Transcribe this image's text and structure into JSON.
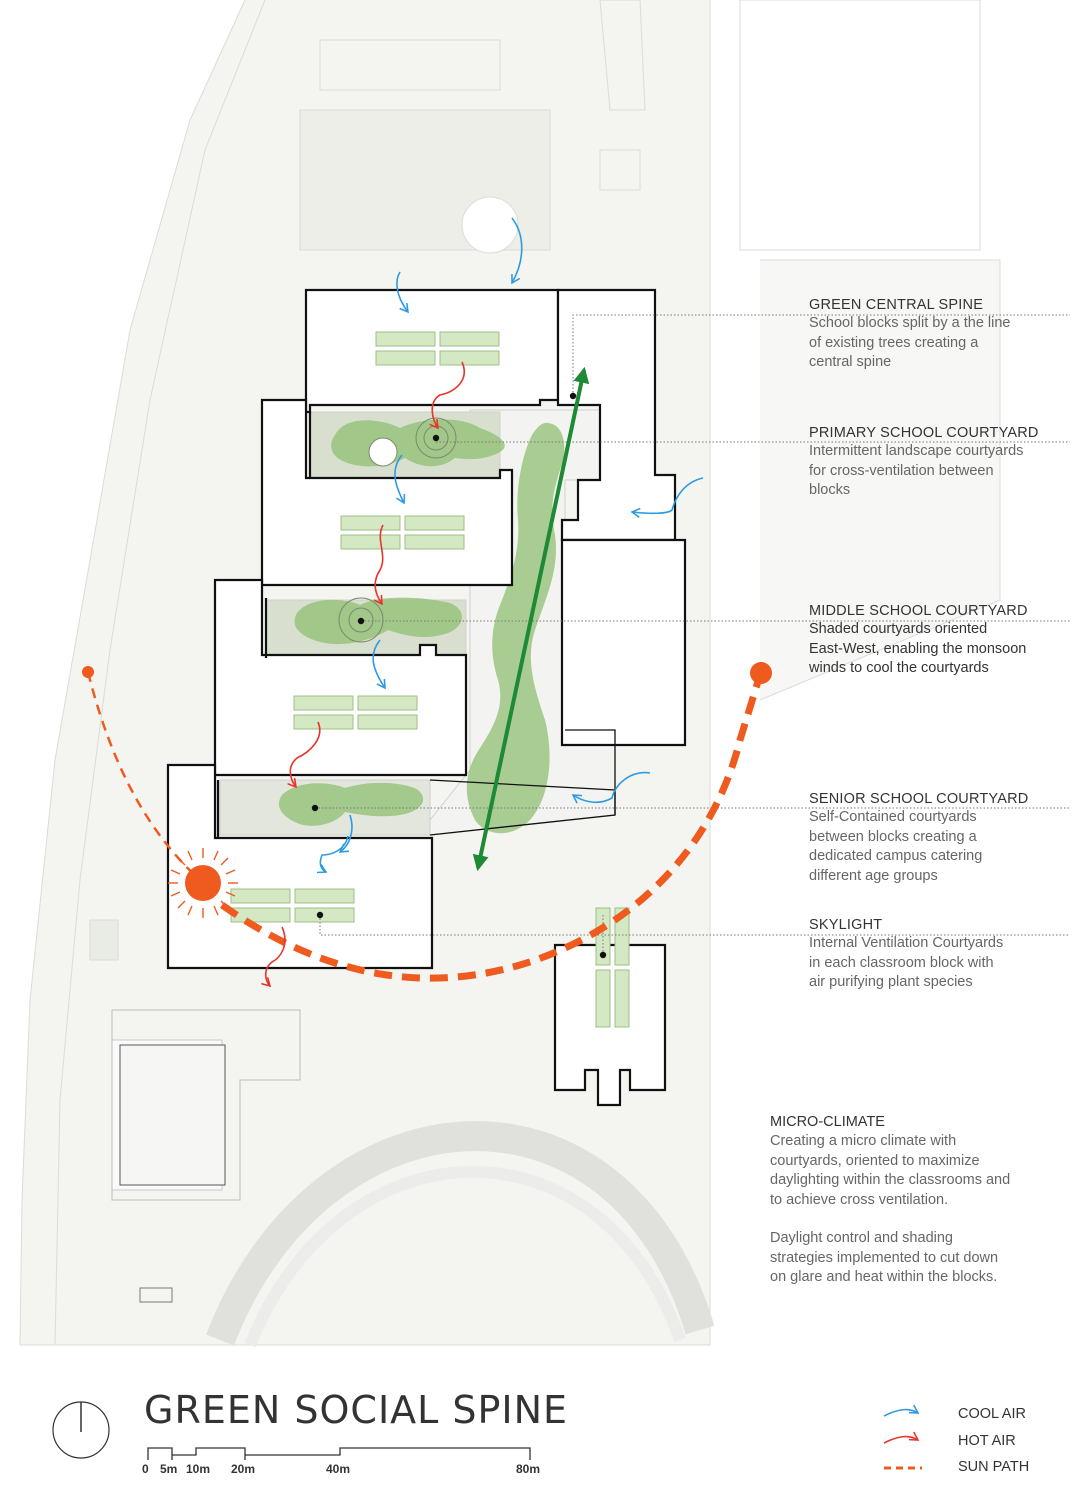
{
  "title": "GREEN SOCIAL SPINE",
  "annotations": [
    {
      "heading": "GREEN CENTRAL SPINE",
      "body": "School blocks split by a the line\nof existing trees creating a\ncentral spine"
    },
    {
      "heading": "PRIMARY SCHOOL COURTYARD",
      "body": "Intermittent landscape courtyards\nfor cross-ventilation between\nblocks"
    },
    {
      "heading": "MIDDLE SCHOOL COURTYARD",
      "body": "Shaded courtyards oriented\nEast-West, enabling the monsoon\nwinds to cool the courtyards"
    },
    {
      "heading": "SENIOR SCHOOL COURTYARD",
      "body": "Self-Contained courtyards\nbetween blocks creating a\ndedicated campus catering\ndifferent age groups"
    },
    {
      "heading": "SKYLIGHT",
      "body": "Internal Ventilation Courtyards\nin each classroom block with\nair purifying plant species"
    }
  ],
  "micro_climate": {
    "heading": "MICRO-CLIMATE",
    "paragraphs": [
      "Creating a micro climate with\ncourtyards, oriented to maximize\ndaylighting within the classrooms and\nto achieve cross ventilation.",
      "Daylight control and shading\nstrategies implemented to cut down\non glare and heat within the blocks."
    ]
  },
  "scale_bar": {
    "labels": [
      "0",
      "5m",
      "10m",
      "20m",
      "40m",
      "80m"
    ]
  },
  "legend": [
    {
      "label": "COOL AIR",
      "color": "#2e9be0",
      "icon": "arrow-icon"
    },
    {
      "label": "HOT AIR",
      "color": "#e8352b",
      "icon": "arrow-icon"
    },
    {
      "label": "SUN PATH",
      "color": "#ef5a1f",
      "icon": "dashed-line-icon"
    }
  ],
  "colors": {
    "green_spine": "#1e8a35",
    "landscape": "#8fbf72",
    "classroom_fill": "#d5e8c4",
    "sun": "#ef5a1f"
  }
}
